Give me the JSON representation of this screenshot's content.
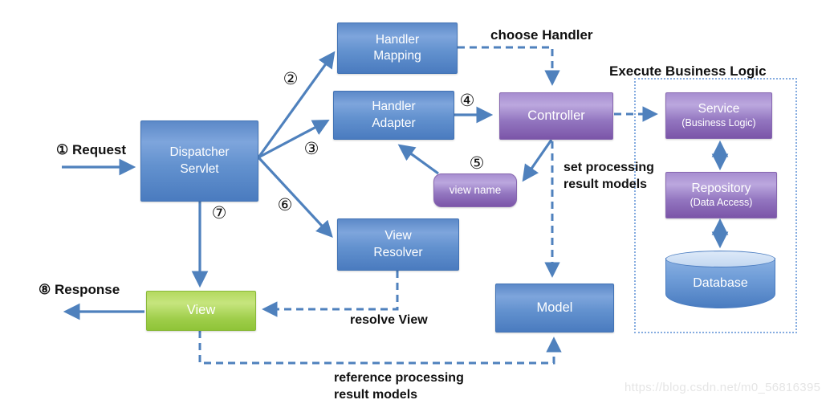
{
  "nodes": {
    "dispatcher_servlet": {
      "label": "Dispatcher\nServlet"
    },
    "handler_mapping": {
      "label": "Handler\nMapping"
    },
    "handler_adapter": {
      "label": "Handler\nAdapter"
    },
    "controller": {
      "label": "Controller"
    },
    "view_name": {
      "label": "view name"
    },
    "view_resolver": {
      "label": "View\nResolver"
    },
    "view": {
      "label": "View"
    },
    "model": {
      "label": "Model"
    },
    "service": {
      "label": "Service",
      "sublabel": "(Business Logic)"
    },
    "repository": {
      "label": "Repository",
      "sublabel": "(Data Access)"
    },
    "database": {
      "label": "Database"
    }
  },
  "labels": {
    "request": "① Request",
    "response": "⑧ Response",
    "choose_handler": "choose Handler",
    "execute_business_logic": "Execute Business Logic",
    "set_processing": "set processing\nresult models",
    "resolve_view": "resolve View",
    "reference_processing": "reference processing\nresult models"
  },
  "steps": {
    "s2": "②",
    "s3": "③",
    "s4": "④",
    "s5": "⑤",
    "s6": "⑥",
    "s7": "⑦"
  },
  "watermark": "https://blog.csdn.net/m0_56816395",
  "colors": {
    "arrow": "#4f81bd",
    "blue_box": "#5c89c8",
    "purple_box": "#9376c0",
    "green_box": "#9ecd49",
    "frame_border": "#85ace0",
    "watermark": "#e5e5e5"
  }
}
